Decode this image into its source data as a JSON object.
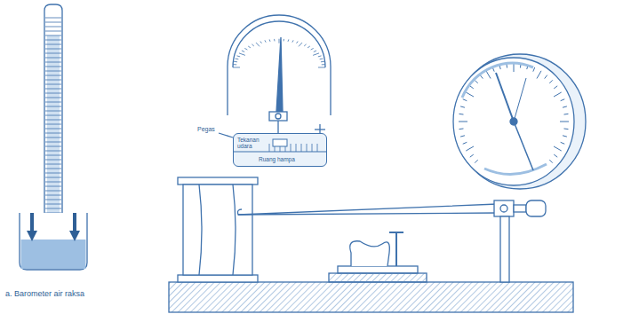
{
  "diagram": {
    "nodes": [
      {
        "text": [
          "Tekanan udara",
          "Ruang hampa"
        ]
      }
    ],
    "labels": [
      "a. Barometer air raksa",
      "Pegas"
    ]
  }
}
